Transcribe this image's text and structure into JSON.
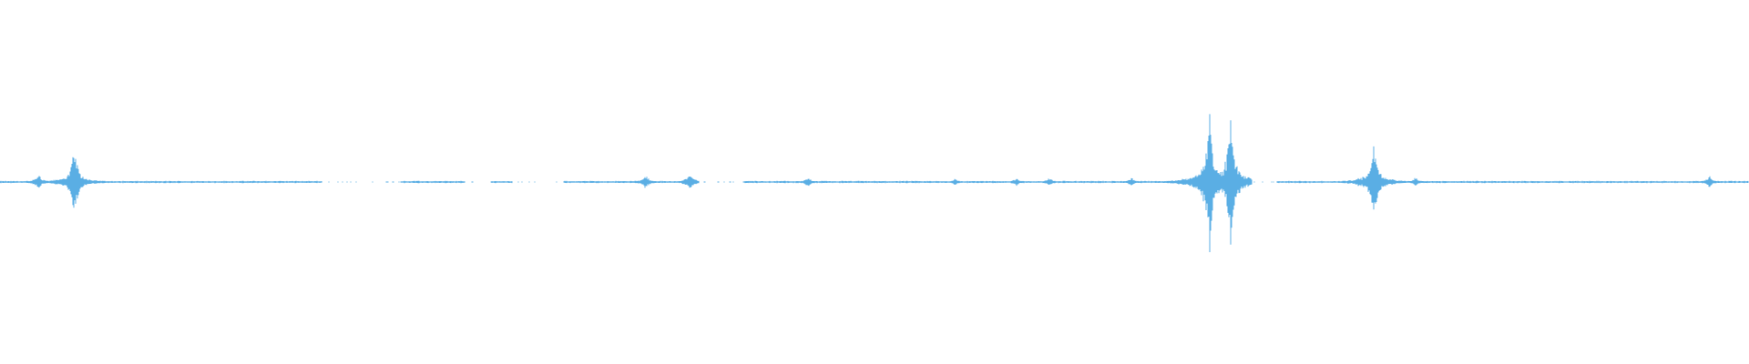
{
  "waveform": {
    "color": "#5aaee4",
    "background": "#ffffff",
    "gaps": [
      [
        0.184,
        0.229
      ],
      [
        0.266,
        0.281
      ],
      [
        0.293,
        0.322
      ],
      [
        0.4,
        0.425
      ],
      [
        0.716,
        0.73
      ]
    ],
    "peaks": [
      {
        "t": 0.022,
        "amp": 0.1
      },
      {
        "t": 0.0425,
        "amp": 0.45
      },
      {
        "t": 0.369,
        "amp": 0.09
      },
      {
        "t": 0.3945,
        "amp": 0.12
      },
      {
        "t": 0.462,
        "amp": 0.06
      },
      {
        "t": 0.546,
        "amp": 0.04
      },
      {
        "t": 0.581,
        "amp": 0.05
      },
      {
        "t": 0.6,
        "amp": 0.05
      },
      {
        "t": 0.647,
        "amp": 0.06
      },
      {
        "t": 0.6915,
        "amp": 1.0
      },
      {
        "t": 0.7035,
        "amp": 0.92
      },
      {
        "t": 0.7765,
        "amp": 0.06
      },
      {
        "t": 0.7855,
        "amp": 0.52
      },
      {
        "t": 0.8095,
        "amp": 0.06
      },
      {
        "t": 0.9775,
        "amp": 0.08
      }
    ]
  }
}
